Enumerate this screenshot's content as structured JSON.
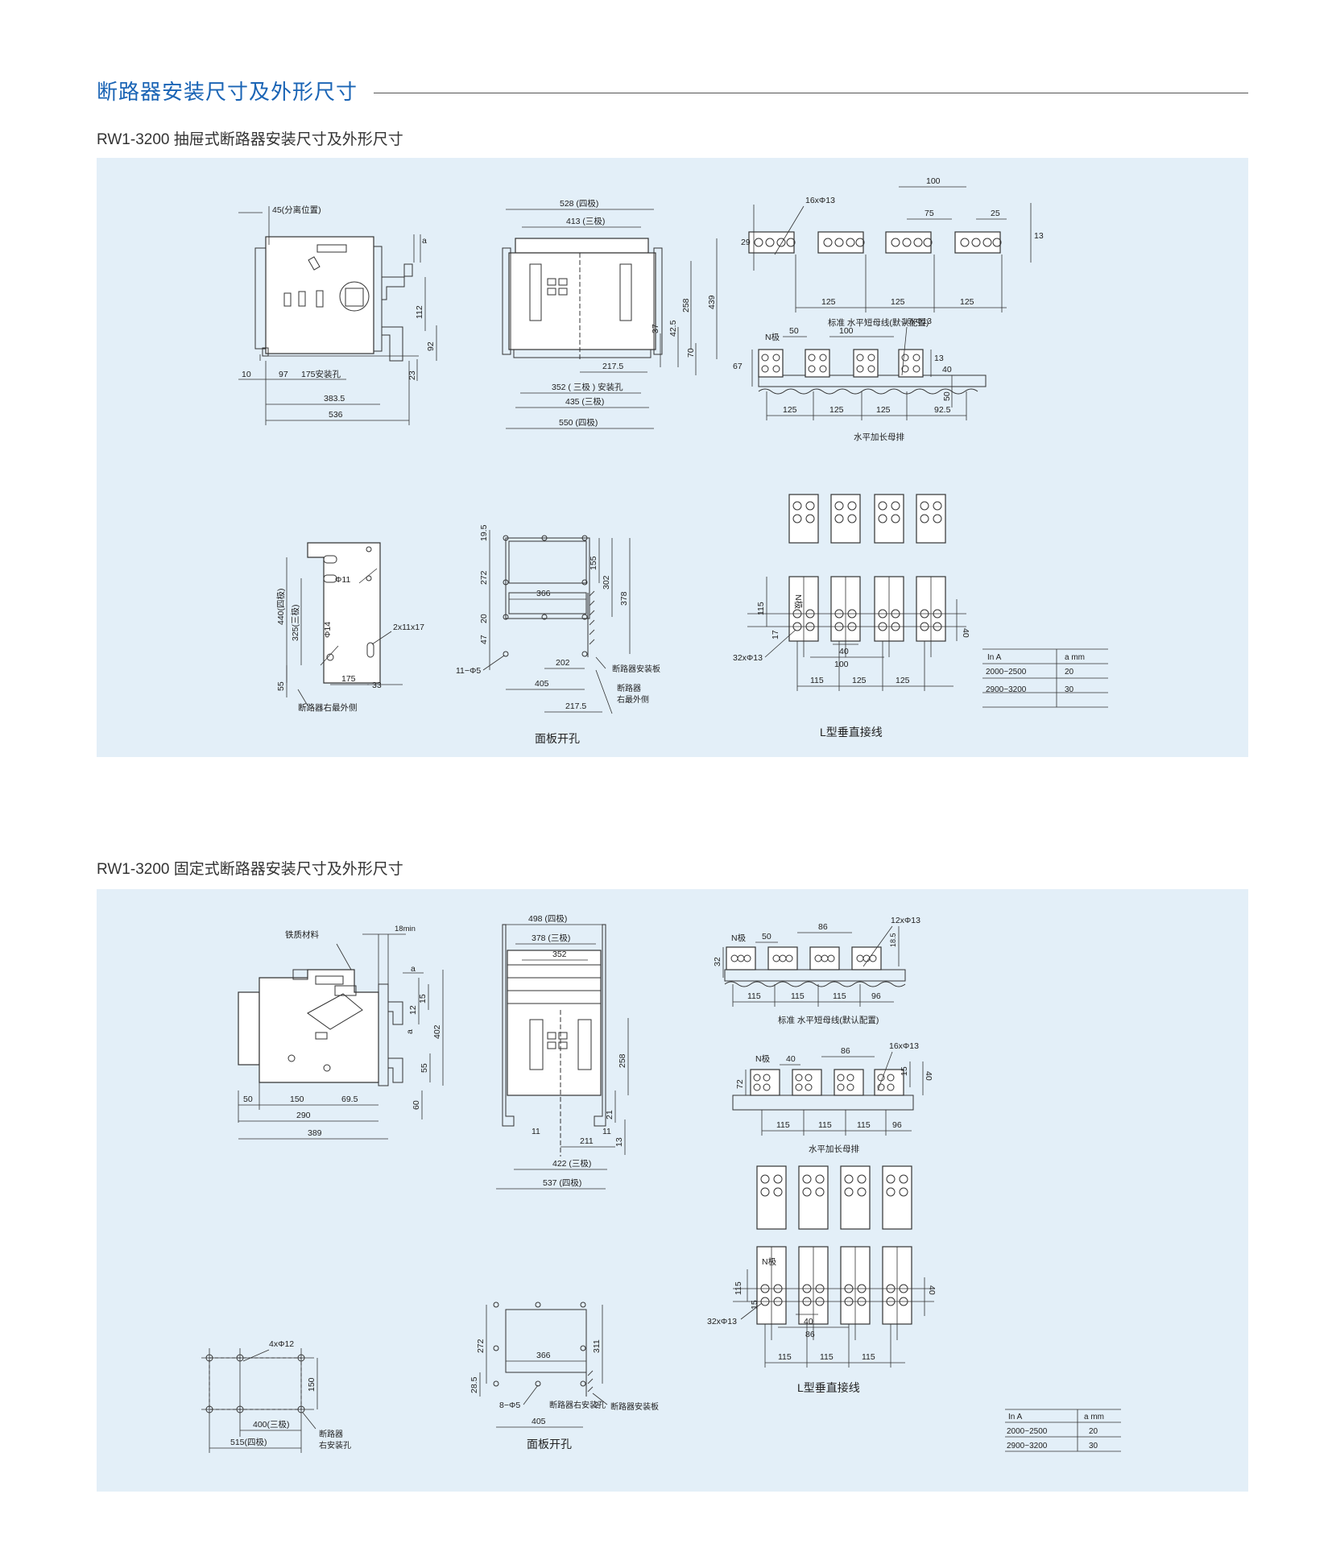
{
  "header": {
    "title": "断路器安装尺寸及外形尺寸"
  },
  "drawout": {
    "title": "RW1-3200 抽屉式断路器安装尺寸及外形尺寸",
    "side": {
      "top_dim": "45(分离位置)",
      "a": "a",
      "d112": "112",
      "d92": "92",
      "d23": "23",
      "d10": "10",
      "d97": "97",
      "d175": "175安装孔",
      "d383": "383.5",
      "d536": "536"
    },
    "front": {
      "d528": "528 (四极)",
      "d413": "413 (三极)",
      "d258": "258",
      "d439": "439",
      "d37": "37",
      "d42": "42.5",
      "d70": "70",
      "d217": "217.5",
      "d352": "352 ( 三极 ) 安装孔",
      "d435": "435 (三极)",
      "d550": "550 (四极)"
    },
    "busbar_top": {
      "d100": "100",
      "hole": "16xΦ13",
      "d75": "75",
      "d25": "25",
      "d29": "29",
      "d13": "13",
      "d125a": "125",
      "d125b": "125",
      "d125c": "125",
      "label": "标准 水平短母线(默认配置)"
    },
    "busbar_ext": {
      "npole": "N极",
      "d50": "50",
      "d100": "100",
      "hole": "16xΦ13",
      "d67": "67",
      "d13": "13",
      "d40": "40",
      "d50v": "50",
      "d125a": "125",
      "d125b": "125",
      "d125c": "125",
      "d92": "92.5",
      "label": "水平加长母排"
    },
    "mount": {
      "d440": "440(四极)",
      "d325": "325(三极)",
      "phi11": "Φ11",
      "phi14": "Φ14",
      "slot": "2x11x17",
      "d55": "55",
      "d175": "175",
      "d33": "33",
      "label": "断路器右最外侧"
    },
    "panel_cut": {
      "d19": "19.5",
      "d272": "272",
      "d20": "20",
      "d47": "47",
      "d366": "366",
      "d155": "155",
      "d302": "302",
      "d378": "378",
      "holes": "11−Φ5",
      "d202": "202",
      "d405": "405",
      "d217": "217.5",
      "plate": "断路器安装板",
      "right_a": "断路器",
      "right_b": "右最外侧",
      "caption": "面板开孔"
    },
    "l_bus": {
      "d115v": "115",
      "npole": "N极",
      "d17": "17",
      "d40v": "40",
      "holes": "32xΦ13",
      "d40": "40",
      "d100": "100",
      "d115": "115",
      "d125a": "125",
      "d125b": "125",
      "caption": "L型垂直接线"
    },
    "table": {
      "headers": [
        "In A",
        "a mm"
      ],
      "rows": [
        [
          "2000−2500",
          "20"
        ],
        [
          "2900−3200",
          "30"
        ]
      ]
    }
  },
  "fixed": {
    "title": "RW1-3200 固定式断路器安装尺寸及外形尺寸",
    "side": {
      "material": "铁质材料",
      "d18": "18min",
      "a1": "a",
      "a2": "a",
      "d15": "15",
      "d12": "12",
      "d55": "55",
      "d402": "402",
      "d60": "60",
      "d50": "50",
      "d150": "150",
      "d69": "69.5",
      "d290": "290",
      "d389": "389"
    },
    "front": {
      "d498": "498 (四极)",
      "d378": "378 (三极)",
      "d352": "352",
      "d258": "258",
      "d21": "21",
      "d13": "13",
      "d11a": "11",
      "d11b": "11",
      "d211": "211",
      "d422": "422 (三极)",
      "d537": "537 (四极)"
    },
    "busbar_top": {
      "npole": "N极",
      "d50": "50",
      "d86": "86",
      "hole": "12xΦ13",
      "d18": "18.5",
      "d32": "32",
      "d115a": "115",
      "d115b": "115",
      "d115c": "115",
      "d96": "96",
      "label": "标准 水平短母线(默认配置)"
    },
    "busbar_ext": {
      "npole": "N极",
      "d40": "40",
      "d86": "86",
      "hole": "16xΦ13",
      "d72": "72",
      "d15": "15",
      "d40v": "40",
      "d115a": "115",
      "d115b": "115",
      "d115c": "115",
      "d96": "96",
      "label": "水平加长母排"
    },
    "mount": {
      "holes": "4xΦ12",
      "d150": "150",
      "d400": "400(三极)",
      "d515": "515(四极)",
      "label_a": "断路器",
      "label_b": "右安装孔"
    },
    "panel_cut": {
      "d272": "272",
      "d311": "311",
      "d366": "366",
      "d28": "28.5",
      "holes": "8−Φ5",
      "right_hole": "断路器右安装孔",
      "d2": "2",
      "plate": "断路器安装板",
      "d405": "405",
      "caption": "面板开孔"
    },
    "l_bus": {
      "d115v": "115",
      "npole": "N极",
      "d15": "15",
      "d40v": "40",
      "holes": "32xΦ13",
      "d40": "40",
      "d86": "86",
      "d115a": "115",
      "d115b": "115",
      "d115c": "115",
      "caption": "L型垂直接线"
    },
    "table": {
      "headers": [
        "In A",
        "a mm"
      ],
      "rows": [
        [
          "2000−2500",
          "20"
        ],
        [
          "2900−3200",
          "30"
        ]
      ]
    }
  }
}
